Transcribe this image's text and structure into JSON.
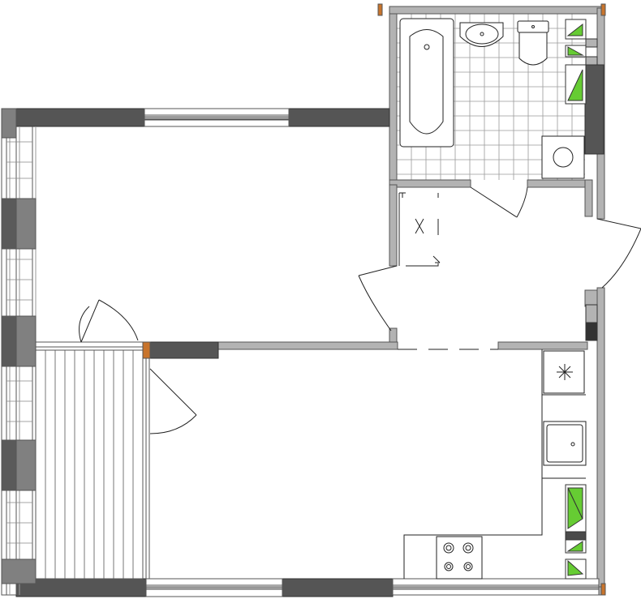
{
  "plan": {
    "rooms": [
      "living-room",
      "bathroom",
      "hallway",
      "kitchen",
      "balcony"
    ],
    "fixtures": [
      "bathtub",
      "washbasin",
      "toilet",
      "shower-drain",
      "wardrobe",
      "cooktop",
      "sink",
      "fridge"
    ]
  },
  "colors": {
    "background": "#ffffff",
    "wall_dark": "#555555",
    "wall_light": "#b3b3b3",
    "wall_outline": "#666666",
    "line": "#222222",
    "tile_grid": "#999999",
    "radiator_green": "#66cc33",
    "radiator_dark": "#4a4a4a",
    "door_accent": "#c8742c"
  }
}
